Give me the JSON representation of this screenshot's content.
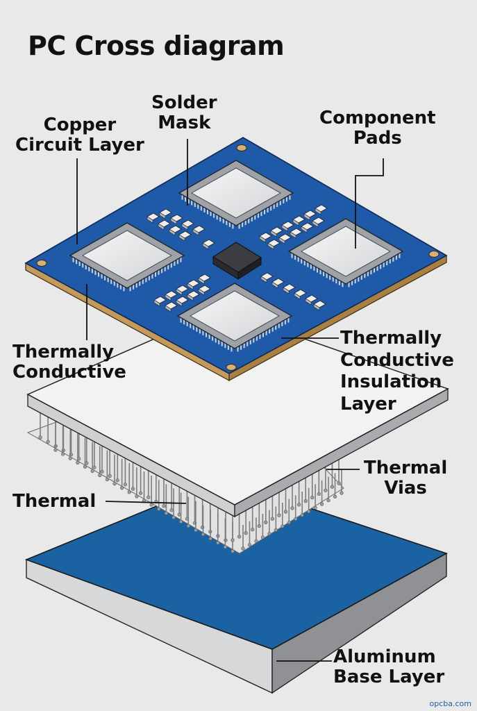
{
  "title": "PC Cross diagram",
  "labels": {
    "copper_circuit_layer": [
      "Copper",
      "Circuit Layer"
    ],
    "solder_mask": [
      "Solder",
      "Mask"
    ],
    "component_pads": [
      "Component",
      "Pads"
    ],
    "thermally_conductive_left": [
      "Thermally",
      "Conductive"
    ],
    "thermally_conductive_insulation": [
      "Thermally",
      "Conductive",
      "Insulation",
      "Layer"
    ],
    "thermal_vias": [
      "Thermal",
      "Vias"
    ],
    "thermal_left": "Thermal",
    "aluminum_base_layer": [
      "Aluminum",
      "Base Layer"
    ]
  },
  "watermark": "opcba.com",
  "colors": {
    "pcb_blue": "#1f5aa8",
    "aluminum_blue": "#1b62a3",
    "pad_silver": "#e7e8ea",
    "insulation_white": "#f2f2f2",
    "copper_edge": "#c49a5b",
    "background": "#e9e9e9"
  }
}
